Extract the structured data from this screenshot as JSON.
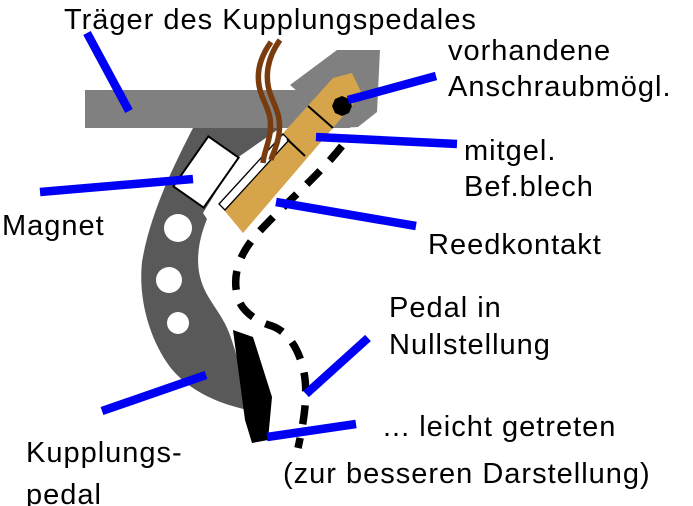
{
  "diagram": {
    "labels": {
      "traeger": "Träger des Kupplungspedales",
      "vorhandene_line1": "vorhandene",
      "vorhandene_line2": "Anschraubmögl.",
      "mitgel_line1": "mitgel.",
      "mitgel_line2": "Bef.blech",
      "reedkontakt": "Reedkontakt",
      "magnet": "Magnet",
      "pedal_null_line1": "Pedal in",
      "pedal_null_line2": "Nullstellung",
      "leicht_getreten": "... leicht getreten",
      "zur_besseren": "(zur besseren Darstellung)",
      "kupplungspedal_line1": "Kupplungs-",
      "kupplungspedal_line2": "pedal"
    },
    "colors": {
      "pointer_blue": "#0000f5",
      "carrier_gray": "#808080",
      "pedal_arm_gray": "#595959",
      "plate_tan": "#d6a44a",
      "wire_brown": "#7a3b0e",
      "ink_black": "#000000",
      "background": "#ffffff"
    }
  }
}
